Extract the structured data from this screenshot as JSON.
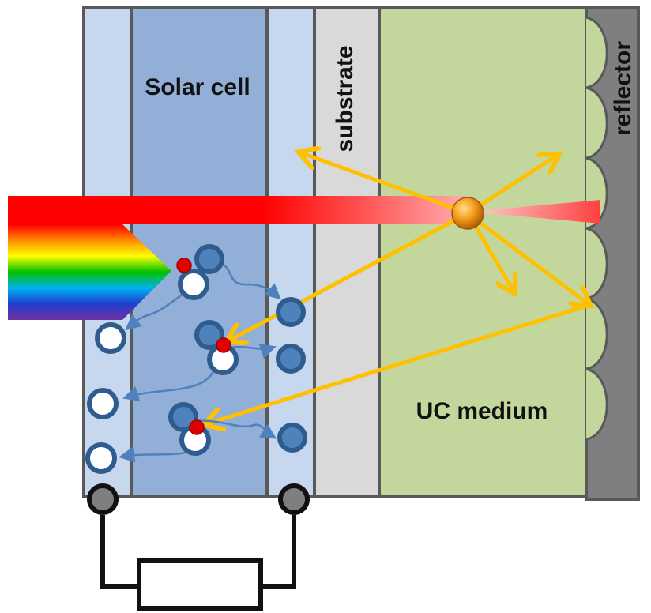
{
  "labels": {
    "solar_cell": "Solar cell",
    "substrate": "substrate",
    "uc_medium": "UC medium",
    "reflector": "reflector"
  },
  "colors": {
    "electrode": "#c6d7ee",
    "absorber": "#92afd7",
    "substrate": "#d9d9d9",
    "uc_medium": "#c3d69b",
    "reflector": "#7f7f7f",
    "border": "#595959",
    "photon_arrow": "#ffc000",
    "beam": "#ff0000",
    "carrier_outline": "#2e5c8e",
    "carrier_fill": "#4f81bd",
    "electron": "#c00000",
    "circuit": "#111111"
  },
  "icons": {
    "uc_emitter": "orange-sphere",
    "spectrum": "rainbow-arrow",
    "load": "resistor"
  }
}
